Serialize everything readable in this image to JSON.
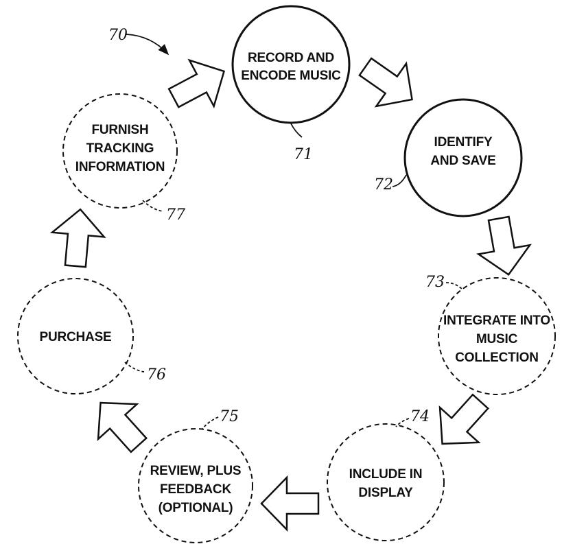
{
  "diagram": {
    "figure_ref": "70",
    "nodes": [
      {
        "id": "record",
        "ref": "71",
        "lines": [
          "RECORD AND",
          "ENCODE MUSIC"
        ]
      },
      {
        "id": "identify",
        "ref": "72",
        "lines": [
          "IDENTIFY",
          "AND SAVE"
        ]
      },
      {
        "id": "integrate",
        "ref": "73",
        "lines": [
          "INTEGRATE INTO",
          "MUSIC",
          "COLLECTION"
        ]
      },
      {
        "id": "include",
        "ref": "74",
        "lines": [
          "INCLUDE IN",
          "DISPLAY"
        ]
      },
      {
        "id": "review",
        "ref": "75",
        "lines": [
          "REVIEW, PLUS",
          "FEEDBACK",
          "(OPTIONAL)"
        ]
      },
      {
        "id": "purchase",
        "ref": "76",
        "lines": [
          "PURCHASE"
        ]
      },
      {
        "id": "furnish",
        "ref": "77",
        "lines": [
          "FURNISH",
          "TRACKING",
          "INFORMATION"
        ]
      }
    ]
  }
}
